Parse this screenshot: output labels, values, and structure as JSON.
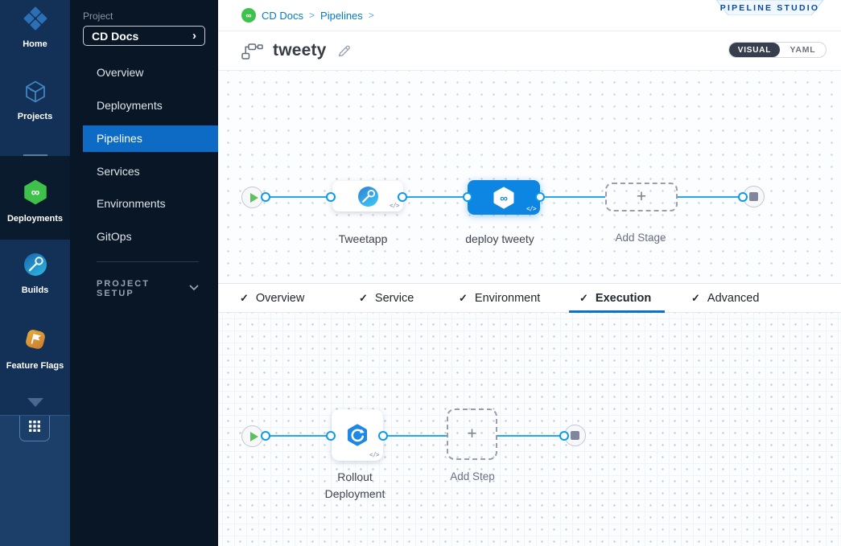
{
  "left_rail": {
    "modules": [
      {
        "label": "Home",
        "selected": false
      },
      {
        "label": "Projects",
        "selected": false
      },
      {
        "label": "Deployments",
        "selected": true
      },
      {
        "label": "Builds",
        "selected": false
      },
      {
        "label": "Feature Flags",
        "selected": false
      }
    ]
  },
  "sidebar": {
    "project_label": "Project",
    "project_selector_value": "CD Docs",
    "menu": [
      {
        "label": "Overview",
        "selected": false
      },
      {
        "label": "Deployments",
        "selected": false
      },
      {
        "label": "Pipelines",
        "selected": true
      },
      {
        "label": "Services",
        "selected": false
      },
      {
        "label": "Environments",
        "selected": false
      },
      {
        "label": "GitOps",
        "selected": false
      }
    ],
    "project_setup_label": "PROJECT SETUP"
  },
  "header": {
    "breadcrumb": {
      "items": [
        "CD Docs",
        "Pipelines"
      ],
      "separator": ">"
    },
    "studio_badge": "PIPELINE STUDIO",
    "pipeline_title": "tweety",
    "toggle": {
      "visual": "VISUAL",
      "yaml": "YAML",
      "selected": "VISUAL"
    }
  },
  "stage_pipeline": {
    "stages": [
      {
        "label": "Tweetapp",
        "type": "build",
        "selected": false
      },
      {
        "label": "deploy tweety",
        "type": "deploy",
        "selected": true
      }
    ],
    "add_stage_label": "Add Stage"
  },
  "tabs": [
    {
      "label": "Overview",
      "checked": true,
      "active": false
    },
    {
      "label": "Service",
      "checked": true,
      "active": false
    },
    {
      "label": "Environment",
      "checked": true,
      "active": false
    },
    {
      "label": "Execution",
      "checked": true,
      "active": true
    },
    {
      "label": "Advanced",
      "checked": true,
      "active": false
    }
  ],
  "execution_pipeline": {
    "steps": [
      {
        "label": "Rollout Deployment",
        "type": "k8s-rolling-deployment"
      }
    ],
    "add_step_label": "Add Step"
  },
  "glyphs": {
    "check": "✓",
    "chevron_right": "›",
    "plus": "+",
    "infinity": "∞",
    "code": "</>"
  },
  "colors": {
    "rail_bg": "#133157",
    "rail_selected_bg": "#0a1b2e",
    "rail_bottom_bg": "#1c3f6a",
    "sidebar_bg": "#081626",
    "nav_highlight": "#0d6bc5",
    "link_blue": "#0278d5",
    "node_blue": "#0d86e3",
    "connector_blue": "#27a7ee",
    "ring_blue": "#0b9aef",
    "play_green": "#5fbf5f",
    "module_green": "#3ec04a",
    "flag_orange": "#d9923a",
    "tab_underline": "#0b72cc",
    "toggle_dark": "#373f4e",
    "badge_text": "#0b4aa1"
  }
}
